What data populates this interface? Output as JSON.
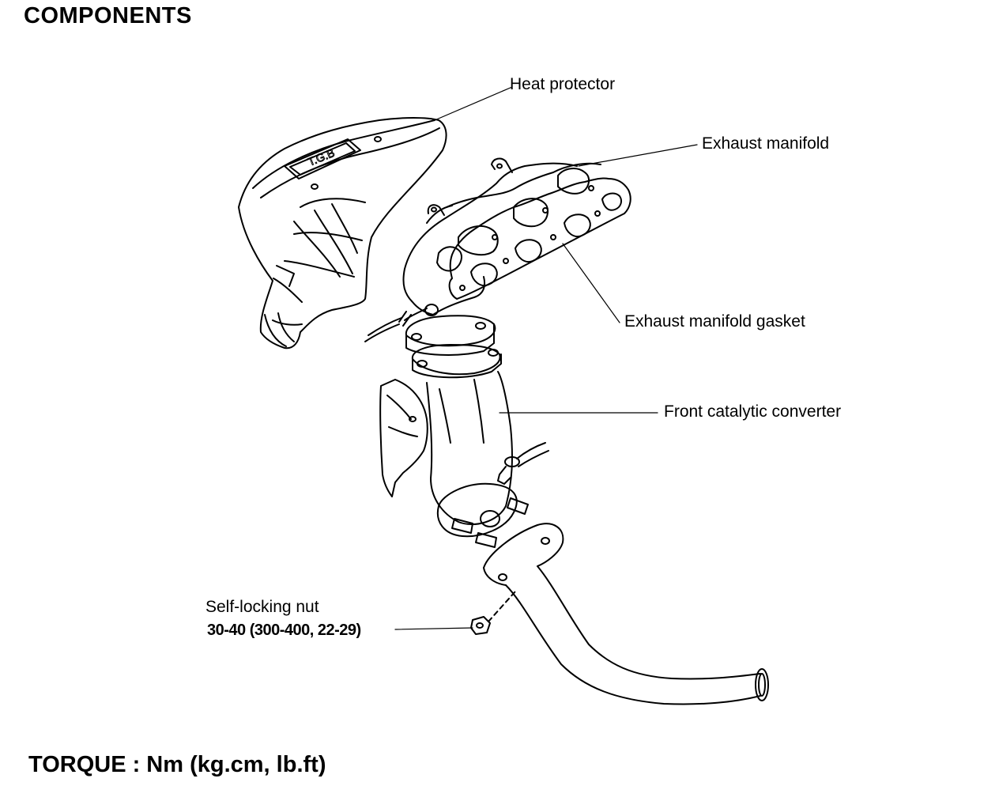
{
  "title": "COMPONENTS",
  "labels": {
    "heat_protector": "Heat protector",
    "exhaust_manifold": "Exhaust manifold",
    "exhaust_manifold_gasket": "Exhaust manifold gasket",
    "front_catalytic_converter": "Front catalytic converter",
    "self_locking_nut": "Self-locking nut",
    "self_locking_nut_torque": "30-40 (300-400, 22-29)"
  },
  "footer": "TORQUE : Nm (kg.cm, lb.ft)",
  "colors": {
    "ink": "#000000",
    "paper": "#ffffff"
  }
}
